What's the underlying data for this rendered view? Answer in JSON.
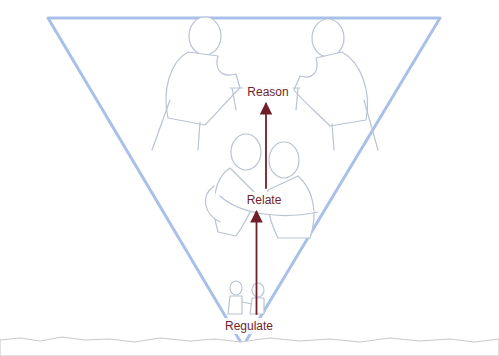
{
  "diagram": {
    "nodes": [
      {
        "text": [
          "Reason"
        ]
      },
      {
        "text": [
          "Relate"
        ]
      },
      {
        "text": [
          "Regulate"
        ]
      }
    ],
    "edges": [
      {
        "from": 2,
        "to": 1,
        "arrow": "to"
      },
      {
        "from": 1,
        "to": 0,
        "arrow": "to"
      }
    ]
  }
}
